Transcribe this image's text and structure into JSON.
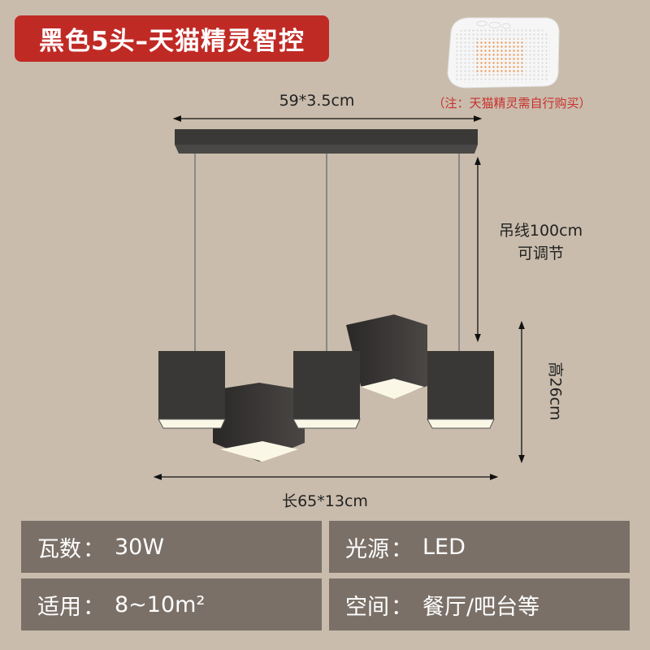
{
  "header": {
    "title": "黑色5头–天猫精灵智控"
  },
  "accessory": {
    "icon": "smart-speaker-icon",
    "note": "（注：天猫精灵需自行购买）",
    "note_color": "#c9302c"
  },
  "dimensions": {
    "canopy": "59*3.5cm",
    "cable_line1": "吊线100cm",
    "cable_line2": "可调节",
    "height": "高26cm",
    "length": "长65*13cm"
  },
  "specs": [
    {
      "label": "瓦数",
      "colon": "：",
      "value": "30W"
    },
    {
      "label": "光源",
      "colon": "：",
      "value": "LED"
    },
    {
      "label": "适用",
      "colon": "：",
      "value": "8~10m²"
    },
    {
      "label": "空间",
      "colon": "：",
      "value": "餐厅/吧台等"
    }
  ],
  "colors": {
    "background": "#c9bcac",
    "badge": "#c02a25",
    "spec_panel": "#7a7068",
    "lamp_body": "#3a3836",
    "lamp_light": "#fbf7e6"
  }
}
